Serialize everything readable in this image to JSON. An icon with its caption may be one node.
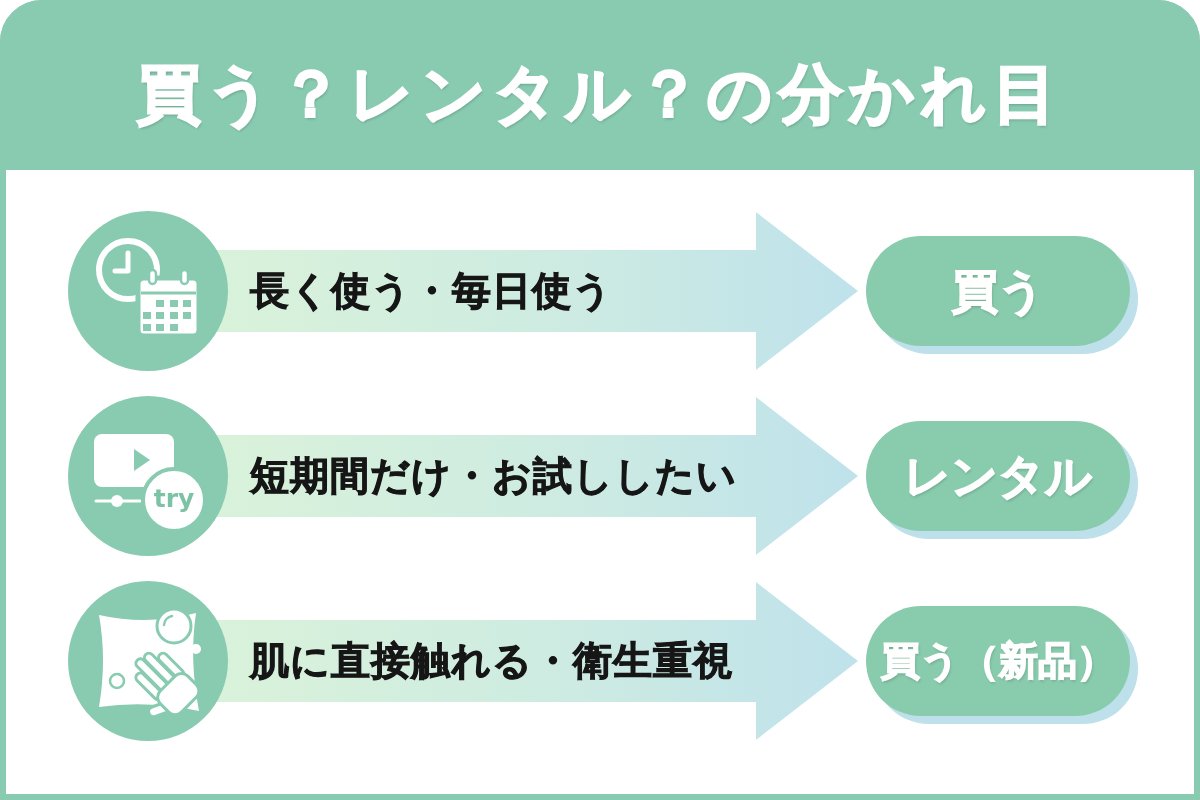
{
  "diagram": {
    "title": "買う？レンタル？の分かれ目",
    "nodes": [
      {
        "text": [],
        "shape": "circle"
      },
      {
        "text": [
          "買う"
        ]
      },
      {
        "text": [],
        "shape": "circle"
      },
      {
        "text": [
          "レンタル"
        ]
      },
      {
        "text": [],
        "shape": "circle"
      },
      {
        "text": [
          "買う（新品）"
        ]
      }
    ],
    "edges": [
      {
        "from": 0,
        "to": 1,
        "arrow": "to",
        "label": "長く使う・毎日使う"
      },
      {
        "from": 2,
        "to": 3,
        "arrow": "to",
        "label": "短期間だけ・お試ししたい"
      },
      {
        "from": 4,
        "to": 5,
        "arrow": "to",
        "label": "肌に直接触れる・衛生重視"
      }
    ],
    "labels": [
      "try"
    ]
  }
}
